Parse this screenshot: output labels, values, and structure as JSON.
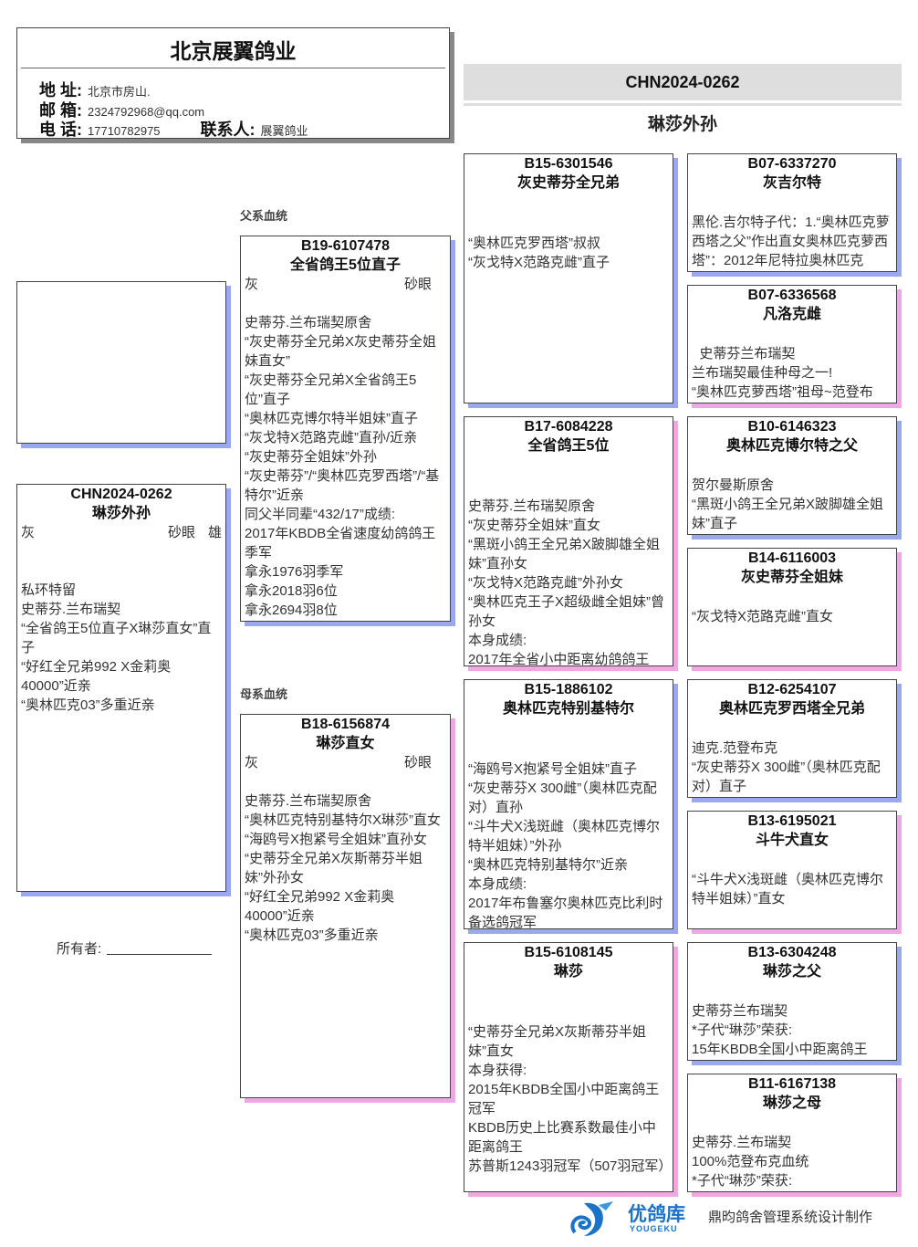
{
  "header": {
    "title": "北京展翼鸽业",
    "address_label": "地 址:",
    "address": "北京市房山.",
    "email_label": "邮 箱:",
    "email": "2324792968@qq.com",
    "phone_label": "电 话:",
    "phone": "17710782975",
    "contact_label": "联系人:",
    "contact": "展翼鸽业"
  },
  "banner": {
    "ring": "CHN2024-0262",
    "name": "琳莎外孙"
  },
  "subject": {
    "id": "CHN2024-0262",
    "name": "琳莎外孙",
    "color": "灰",
    "eye": "砂眼",
    "sex": "雄",
    "notes": [
      "私环特留",
      "史蒂芬.兰布瑞契",
      "“全省鸽王5位直子X琳莎直女”直子",
      "“好红全兄弟992 X金莉奥40000”近亲",
      "“奥林匹克03”多重近亲"
    ]
  },
  "owner": {
    "label": "所有者:"
  },
  "lineage": {
    "sire_label": "父系血统",
    "dam_label": "母系血统"
  },
  "sire": {
    "id": "B19-6107478",
    "name": "全省鸽王5位直子",
    "color": "灰",
    "eye": "砂眼",
    "notes": [
      "史蒂芬.兰布瑞契原舍",
      "“灰史蒂芬全兄弟X灰史蒂芬全姐妹直女”",
      "“灰史蒂芬全兄弟X全省鸽王5位”直子",
      "“奥林匹克博尔特半姐妹”直子",
      "“灰戈特X范路克雌”直孙/近亲",
      "“灰史蒂芬全姐妹”外孙",
      "“灰史蒂芬”/“奥林匹克罗西塔”/“基特尔”近亲",
      "同父半同辈“432/17”成绩:",
      "2017年KBDB全省速度幼鸽鸽王季军",
      "拿永1976羽季军",
      "拿永2018羽6位",
      "拿永2694羽8位"
    ]
  },
  "dam": {
    "id": "B18-6156874",
    "name": "琳莎直女",
    "color": "灰",
    "eye": "砂眼",
    "notes": [
      "史蒂芬.兰布瑞契原舍",
      "“奥林匹克特别基特尔X琳莎”直女",
      "“海鸥号X抱紧号全姐妹”直孙女",
      "“史蒂芬全兄弟X灰斯蒂芬半姐妹”外孙女",
      "“好红全兄弟992 X金莉奥40000”近亲",
      "“奥林匹克03”多重近亲"
    ]
  },
  "gen3": [
    {
      "id": "B15-6301546",
      "name": "灰史蒂芬全兄弟",
      "sex": "m",
      "notes": [
        "“奥林匹克罗西塔”叔叔",
        "“灰戈特X范路克雌”直子"
      ]
    },
    {
      "id": "B17-6084228",
      "name": "全省鸽王5位",
      "sex": "f",
      "notes": [
        "史蒂芬.兰布瑞契原舍",
        "“灰史蒂芬全姐妹”直女",
        "“黑斑小鸽王全兄弟X跛脚雄全姐妹”直孙女",
        "“灰戈特X范路克雌”外孙女",
        "“奥林匹克王子X超级雌全姐妹”曾孙女",
        "本身成绩:",
        "2017年全省小中距离幼鸽鸽王"
      ]
    },
    {
      "id": "B15-1886102",
      "name": "奥林匹克特别基特尔",
      "sex": "m",
      "notes": [
        "“海鸥号X抱紧号全姐妹”直子",
        "“灰史蒂芬X 300雌”（奥林匹克配对）直孙",
        "“斗牛犬X浅斑雌（奥林匹克博尔特半姐妹）”外孙",
        "“奥林匹克特别基特尔”近亲",
        "本身成绩:",
        "2017年布鲁塞尔奥林匹克比利时备选鸽冠军"
      ]
    },
    {
      "id": "B15-6108145",
      "name": "琳莎",
      "sex": "f",
      "notes": [
        "“史蒂芬全兄弟X灰斯蒂芬半姐妹”直女",
        "本身获得:",
        "2015年KBDB全国小中距离鸽王冠军",
        "KBDB历史上比赛系数最佳小中距离鸽王",
        "苏普斯1243羽冠军（507羽冠军）"
      ]
    }
  ],
  "gen4": [
    {
      "id": "B07-6337270",
      "name": "灰吉尔特",
      "sex": "m",
      "notes": [
        "黑伦.吉尔特子代：1.“奥林匹克萝西塔之父”作出直女奥林匹克萝西塔”：2012年尼特拉奥林匹克"
      ]
    },
    {
      "id": "B07-6336568",
      "name": "凡洛克雌",
      "sex": "f",
      "notes": [
        "  史蒂芬兰布瑞契",
        "兰布瑞契最佳种母之一!",
        "“奥林匹克萝西塔”祖母~范登布"
      ]
    },
    {
      "id": "B10-6146323",
      "name": "奥林匹克博尔特之父",
      "sex": "m",
      "notes": [
        "贺尔曼斯原舍",
        "“黑斑小鸽王全兄弟X跛脚雄全姐妹”直子"
      ]
    },
    {
      "id": "B14-6116003",
      "name": "灰史蒂芬全姐妹",
      "sex": "f",
      "notes": [
        "“灰戈特X范路克雌”直女"
      ]
    },
    {
      "id": "B12-6254107",
      "name": "奥林匹克罗西塔全兄弟",
      "sex": "m",
      "notes": [
        "迪克.范登布克",
        "“灰史蒂芬X 300雌”（奥林匹克配对）直子"
      ]
    },
    {
      "id": "B13-6195021",
      "name": "斗牛犬直女",
      "sex": "f",
      "notes": [
        "“斗牛犬X浅斑雌（奥林匹克博尔特半姐妹）”直女"
      ]
    },
    {
      "id": "B13-6304248",
      "name": "琳莎之父",
      "sex": "m",
      "notes": [
        "史蒂芬兰布瑞契",
        "*子代“琳莎”荣获:",
        "15年KBDB全国小中距离鸽王"
      ]
    },
    {
      "id": "B11-6167138",
      "name": "琳莎之母",
      "sex": "f",
      "notes": [
        "史蒂芬.兰布瑞契",
        "100%范登布克血统",
        "*子代“琳莎”荣获:"
      ]
    }
  ],
  "footer": {
    "brand": "优鸽库",
    "brand_en": "YOUGEKU",
    "credit": "鼎昀鸽舍管理系统设计制作"
  },
  "colors": {
    "male_shadow": "#9aa8ee",
    "female_shadow": "#f0a8e4",
    "banner_bg": "#dedede",
    "brand": "#1a73c9"
  }
}
